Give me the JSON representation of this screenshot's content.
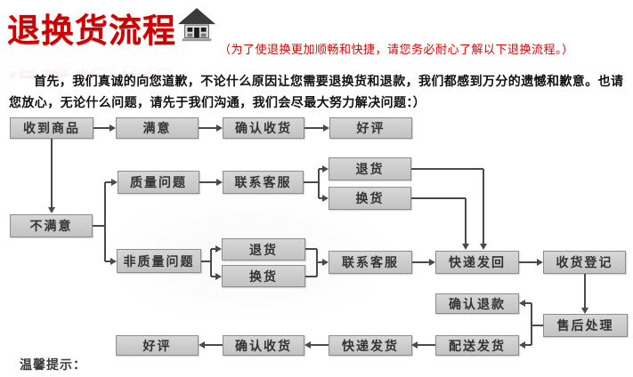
{
  "header": {
    "title": "退换货流程",
    "note": "（为了使退换更加顺畅和快捷，请您务必耐心了解以下退换流程。）"
  },
  "intro": "首先，我们真诚的向您道歉，不论什么原因让您需要退换货和退款，我们都感到万分的遗憾和歉意。也请您放心，无论什么问题，请先于我们沟通，我们会尽最大努力解决问题：）",
  "flowchart": {
    "nodes": {
      "receive_goods": "收到商品",
      "satisfied": "满意",
      "confirm_receipt_top": "确认收货",
      "praise_top": "好评",
      "quality_issue": "质量问题",
      "contact_service_quality": "联系客服",
      "return_quality": "退货",
      "exchange_quality": "换货",
      "unsatisfied": "不满意",
      "non_quality_issue": "非质量问题",
      "return_non_quality": "退货",
      "exchange_non_quality": "换货",
      "contact_service_non_quality": "联系客服",
      "express_return": "快递发回",
      "receipt_register": "收货登记",
      "confirm_refund": "确认退款",
      "after_sale_processing": "售后处理",
      "dispatch_goods": "配送发货",
      "express_dispatch": "快递发货",
      "confirm_receipt_bottom": "确认收货",
      "praise_bottom": "好评"
    },
    "edges": [
      [
        "receive_goods",
        "satisfied"
      ],
      [
        "satisfied",
        "confirm_receipt_top"
      ],
      [
        "confirm_receipt_top",
        "praise_top"
      ],
      [
        "receive_goods",
        "unsatisfied"
      ],
      [
        "unsatisfied",
        "quality_issue"
      ],
      [
        "unsatisfied",
        "non_quality_issue"
      ],
      [
        "quality_issue",
        "contact_service_quality"
      ],
      [
        "contact_service_quality",
        "return_quality"
      ],
      [
        "contact_service_quality",
        "exchange_quality"
      ],
      [
        "return_quality",
        "express_return"
      ],
      [
        "exchange_quality",
        "express_return"
      ],
      [
        "non_quality_issue",
        "return_non_quality"
      ],
      [
        "non_quality_issue",
        "exchange_non_quality"
      ],
      [
        "return_non_quality",
        "contact_service_non_quality"
      ],
      [
        "exchange_non_quality",
        "contact_service_non_quality"
      ],
      [
        "contact_service_non_quality",
        "express_return"
      ],
      [
        "express_return",
        "receipt_register"
      ],
      [
        "receipt_register",
        "after_sale_processing"
      ],
      [
        "after_sale_processing",
        "confirm_refund"
      ],
      [
        "after_sale_processing",
        "dispatch_goods"
      ],
      [
        "dispatch_goods",
        "express_dispatch"
      ],
      [
        "express_dispatch",
        "confirm_receipt_bottom"
      ],
      [
        "confirm_receipt_bottom",
        "praise_bottom"
      ]
    ]
  },
  "footer": {
    "tip": "温馨提示："
  },
  "colors": {
    "title_red": "#cf0000",
    "note_red": "#e60000",
    "box_fill_top": "#d7d7d7",
    "box_fill_bottom": "#c3c3c3",
    "box_border": "#8c8c8c",
    "box_text": "#333333",
    "line": "#4a4a4a",
    "body_text": "#111111"
  }
}
